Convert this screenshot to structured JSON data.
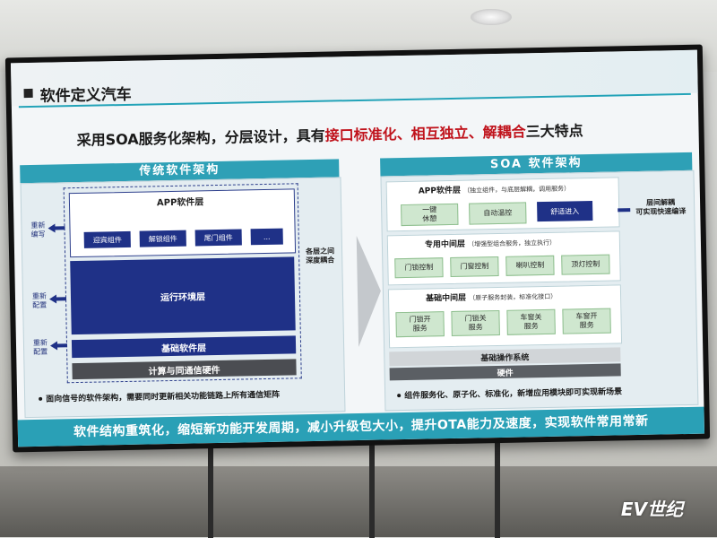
{
  "slide": {
    "title": "软件定义汽车",
    "subtitle_parts": [
      {
        "text": "采用SOA服务化架构，分层设计，具有",
        "style": "normal"
      },
      {
        "text": "接口标准化、相互独立、解耦合",
        "style": "red"
      },
      {
        "text": "三大特点",
        "style": "normal"
      }
    ],
    "colors": {
      "accent": "#2aa0b6",
      "navy": "#1f3187",
      "highlight_red": "#c0131c"
    }
  },
  "traditional": {
    "header": "传统软件架构",
    "app_layer_label": "APP软件层",
    "components": [
      "迎宾组件",
      "解锁组件",
      "尾门组件",
      "..."
    ],
    "runtime_layer": "运行环境层",
    "base_layer": "基础软件层",
    "hardware_layer": "计算与同通信硬件",
    "side_labels": [
      "重新\n编写",
      "重新\n配置",
      "重新\n配置"
    ],
    "coupling_note": "各层之间\n深度耦合",
    "bullet": "面向信号的软件架构，需要同时更新相关功能链路上所有通信矩阵"
  },
  "soa": {
    "header": "SOA 软件架构",
    "app_layer": {
      "label": "APP软件层",
      "note": "（独立组件，与底层解耦，调用服务）",
      "items": [
        "一键\n休憩",
        "自动温控",
        "舒适进入"
      ]
    },
    "right_note": "层间解耦\n可实现快速编译",
    "special_layer": {
      "label": "专用中间层",
      "note": "（增强型组合服务，独立执行）",
      "items": [
        "门锁控制",
        "门窗控制",
        "喇叭控制",
        "顶灯控制"
      ]
    },
    "base_layer": {
      "label": "基础中间层",
      "note": "（原子服务封装，标准化接口）",
      "items": [
        "门锁开\n服务",
        "门锁关\n服务",
        "车窗关\n服务",
        "车窗开\n服务"
      ]
    },
    "os_layer": "基础操作系统",
    "hardware_layer": "硬件",
    "bullet": "组件服务化、原子化、标准化，新增应用模块即可实现新场景"
  },
  "banner": "软件结构重筑化，缩短新功能开发周期，减小升级包大小，提升OTA能力及速度，实现软件常用常新",
  "watermark": "EV世纪"
}
